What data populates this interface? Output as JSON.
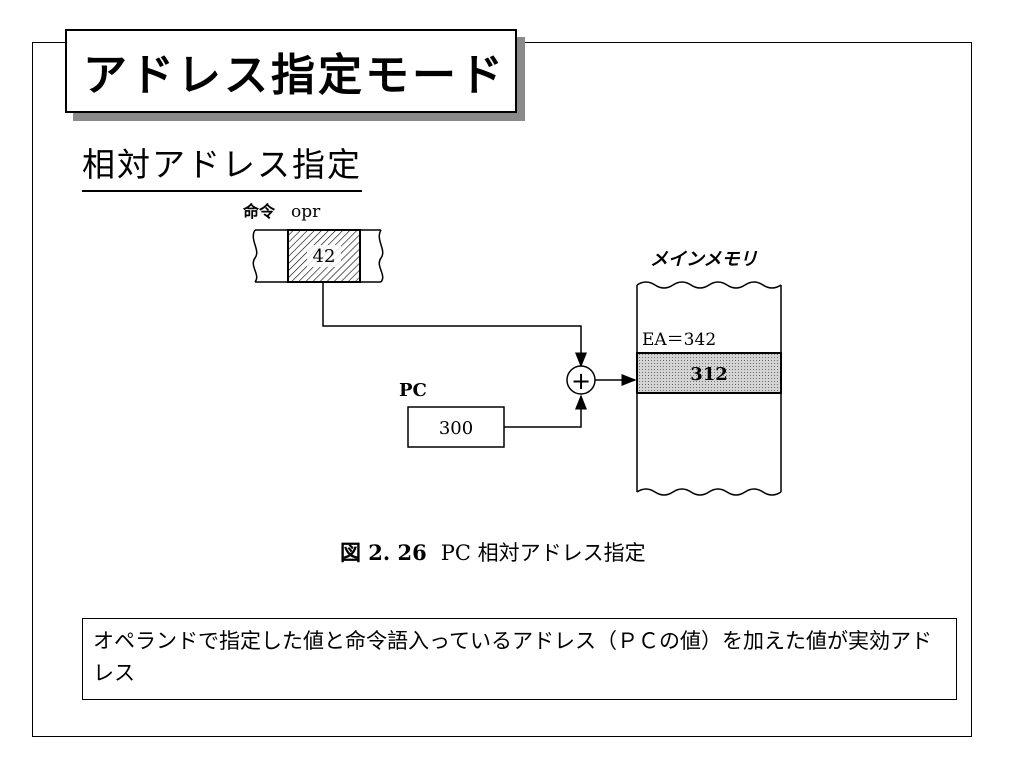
{
  "slide": {
    "title": "アドレス指定モード",
    "subtitle": "相対アドレス指定"
  },
  "diagram": {
    "instruction_label": "命令",
    "operand_label": "opr",
    "operand_value": "42",
    "memory_label": "メインメモリ",
    "ea_label": "EA＝342",
    "memory_cell_value": "312",
    "pc_label": "PC",
    "pc_value": "300",
    "adder_symbol": "+"
  },
  "caption": {
    "figure_number": "図 2. 26",
    "text": "PC 相対アドレス指定"
  },
  "description": "オペランドで指定した値と命令語入っているアドレス（ＰＣの値）を加えた値が実効アドレス",
  "colors": {
    "title_shadow": "#8a8a8a",
    "memory_cell_fill": "#bdbdbd",
    "operand_hatch": "#000000"
  }
}
